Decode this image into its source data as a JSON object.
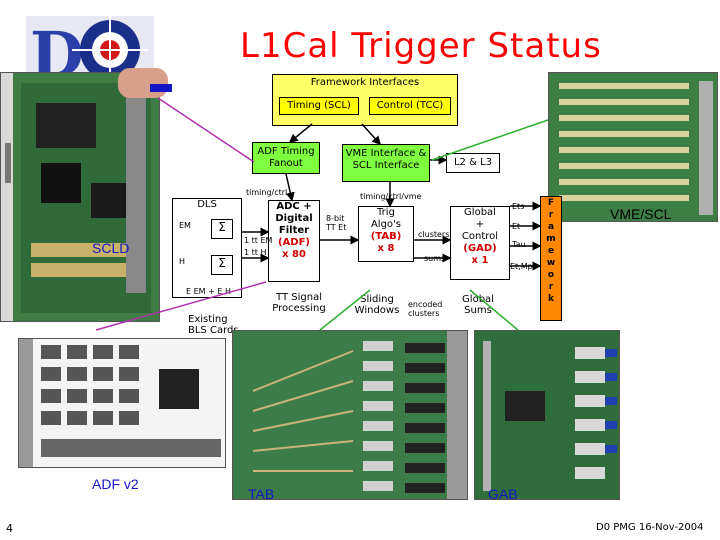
{
  "header": {
    "title": "L1Cal Trigger Status"
  },
  "diagram": {
    "framework": {
      "title": "Framework Interfaces",
      "timing": "Timing (SCL)",
      "control": "Control (TCC)"
    },
    "adf_timing": "ADF Timing Fanout",
    "vme_interface": "VME Interface & SCL Interface",
    "l2l3": "L2 & L3",
    "dls": {
      "title": "DLS",
      "em": "EM",
      "h": "H",
      "sum": "Σ",
      "footer": "E EM + E H",
      "existing": "Existing BLS Cards"
    },
    "adc": {
      "line1": "ADC +",
      "line2": "Digital Filter",
      "red1": "(ADF)",
      "red2": "x 80"
    },
    "trig": {
      "line1": "Trig",
      "line2": "Algo's",
      "red1": "(TAB)",
      "red2": "x 8"
    },
    "global": {
      "line1": "Global",
      "line2": "+",
      "line3": "Control",
      "red1": "(GAD)",
      "red2": "x 1"
    },
    "tt_signal": "TT Signal Processing",
    "sliding": "Sliding Windows",
    "global_sums": "Global Sums",
    "frame": [
      "F",
      "r",
      "a",
      "m",
      "e",
      "w",
      "o",
      "r",
      "k"
    ],
    "annotations": {
      "timing_ctrl": "timing/ctrl",
      "timing_ctrl_vme": "timing/ctrl/vme",
      "eight_bit": "8-bit TT Et",
      "tt_em": "1 tt EM",
      "tt_h": "1 tt H",
      "clusters": "clusters",
      "sums": "sums",
      "encoded": "encoded clusters",
      "ets": "Ets",
      "et": "Et",
      "tau": "Tau",
      "etmpt": "Et,Mpt"
    }
  },
  "labels": {
    "vme_scl": "VME/SCL",
    "scld": "SCLD",
    "adf": "ADF v2",
    "tab": "TAB",
    "gab": "GAB"
  },
  "footer": {
    "page_number": "4",
    "note": "D0 PMG 16-Nov-2004"
  },
  "colors": {
    "title": "#ff0000",
    "accent_blue": "#1515c8",
    "frame_orange": "#ff8800",
    "yellow": "#ffff00",
    "green": "#7fff3f"
  }
}
